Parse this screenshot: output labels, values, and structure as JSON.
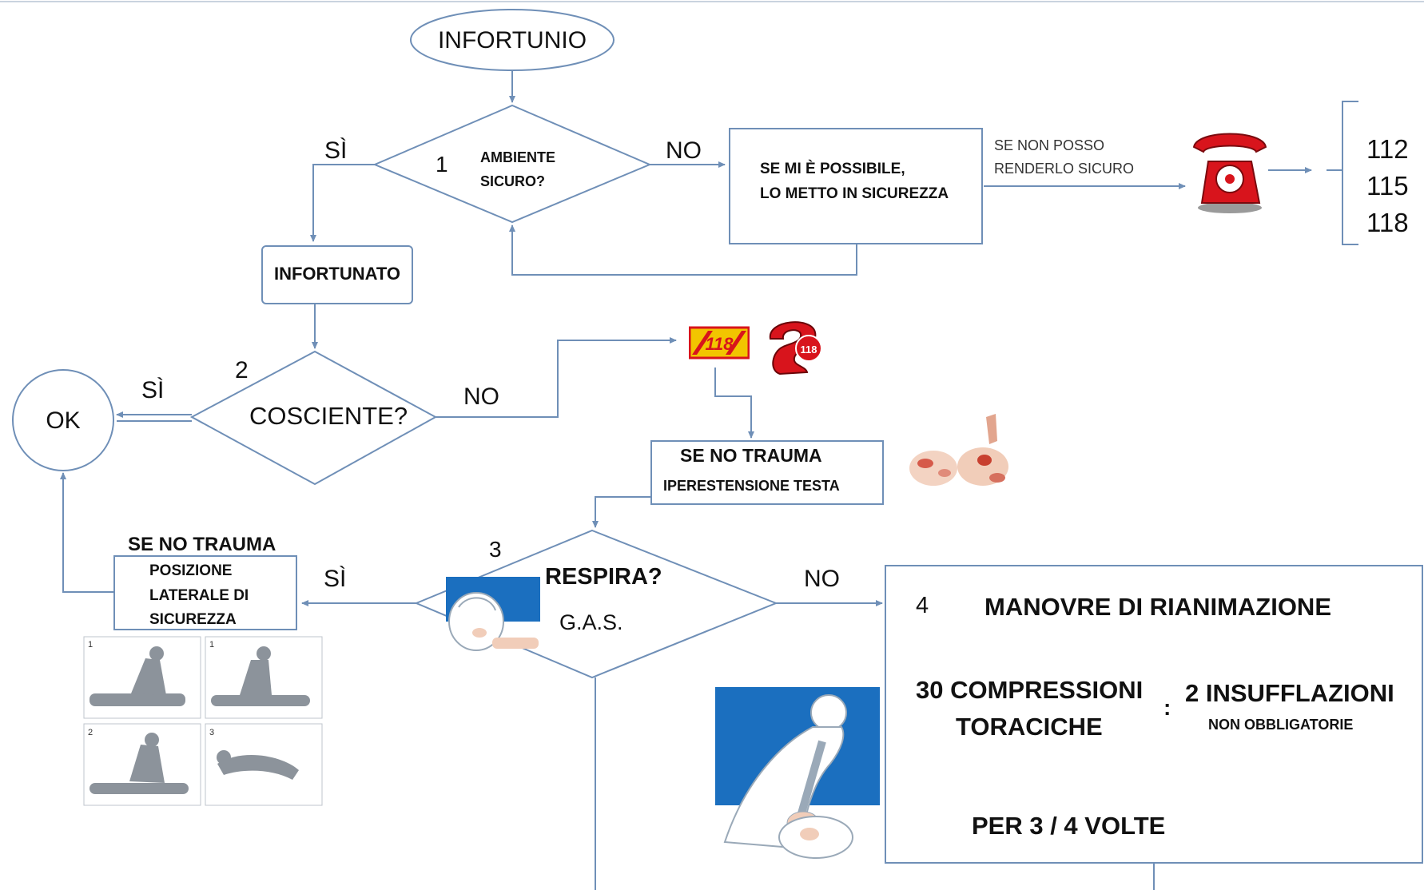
{
  "nodes": {
    "start": "INFORTUNIO",
    "q1_number": "1",
    "q1_text": [
      "AMBIENTE",
      "SICURO?"
    ],
    "secure_box": [
      "SE MI È POSSIBILE,",
      "LO METTO IN SICUREZZA"
    ],
    "cannot_secure": [
      "SE NON POSSO",
      "RENDERLO SICURO"
    ],
    "emergency_numbers": [
      "112",
      "115",
      "118"
    ],
    "injured": "INFORTUNATO",
    "q2_number": "2",
    "q2_text": "COSCIENTE?",
    "ok": "OK",
    "head_box": [
      "SE NO TRAUMA",
      "IPERESTENSIONE TESTA"
    ],
    "q3_number": "3",
    "q3_text": "RESPIRA?",
    "q3_sub": "G.A.S.",
    "lateral_title": "SE NO TRAUMA",
    "lateral_box": [
      "POSIZIONE",
      "LATERALE DI",
      "SICUREZZA"
    ],
    "cpr_number": "4",
    "cpr_title": "MANOVRE DI RIANIMAZIONE",
    "compressions": [
      "30 COMPRESSIONI",
      "TORACICHE"
    ],
    "ratio_sep": ":",
    "insufflations": "2 INSUFFLAZIONI",
    "insufflations_note": "NON OBBLIGATORIE",
    "repeat": "PER 3 / 4 VOLTE",
    "ambulance_logo": "118",
    "lateral_step_numbers": [
      "1",
      "1",
      "2",
      "3"
    ]
  },
  "edges": {
    "yes_label": "SÌ",
    "no_label": "NO"
  },
  "colors": {
    "line": "#6f8fb7",
    "phone_red": "#d8141c",
    "logo_yellow": "#f2c500",
    "scene_blue": "#1b6fbf"
  },
  "icons": [
    "red-telephone-icon",
    "ambulance-118-logo-icon",
    "phone-118-icon",
    "head-tilt-illustration",
    "gas-check-illustration",
    "lateral-position-illustrations",
    "cpr-illustration"
  ]
}
